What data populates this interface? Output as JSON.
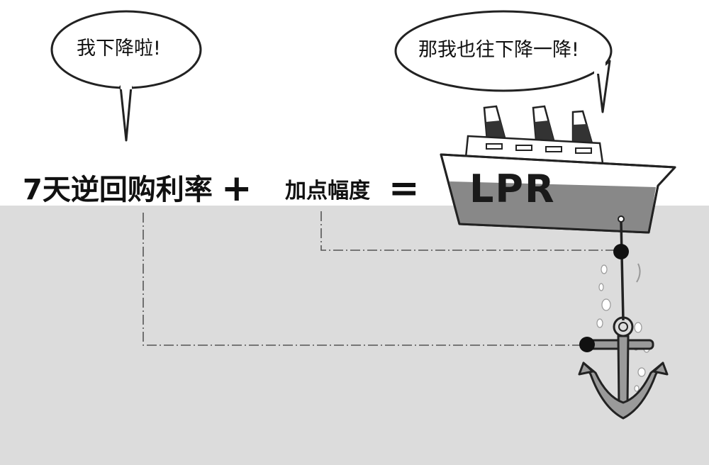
{
  "bubbles": {
    "left": "我下降啦!",
    "right": "那我也往下降一降!"
  },
  "formula": {
    "term1": "7天逆回购利率",
    "plus": "+",
    "term2": "加点幅度",
    "equals": "=",
    "result": "LPR"
  },
  "colors": {
    "water": "#dcdcdc",
    "hull_lower": "#888888",
    "anchor": "#9a9a9a"
  }
}
